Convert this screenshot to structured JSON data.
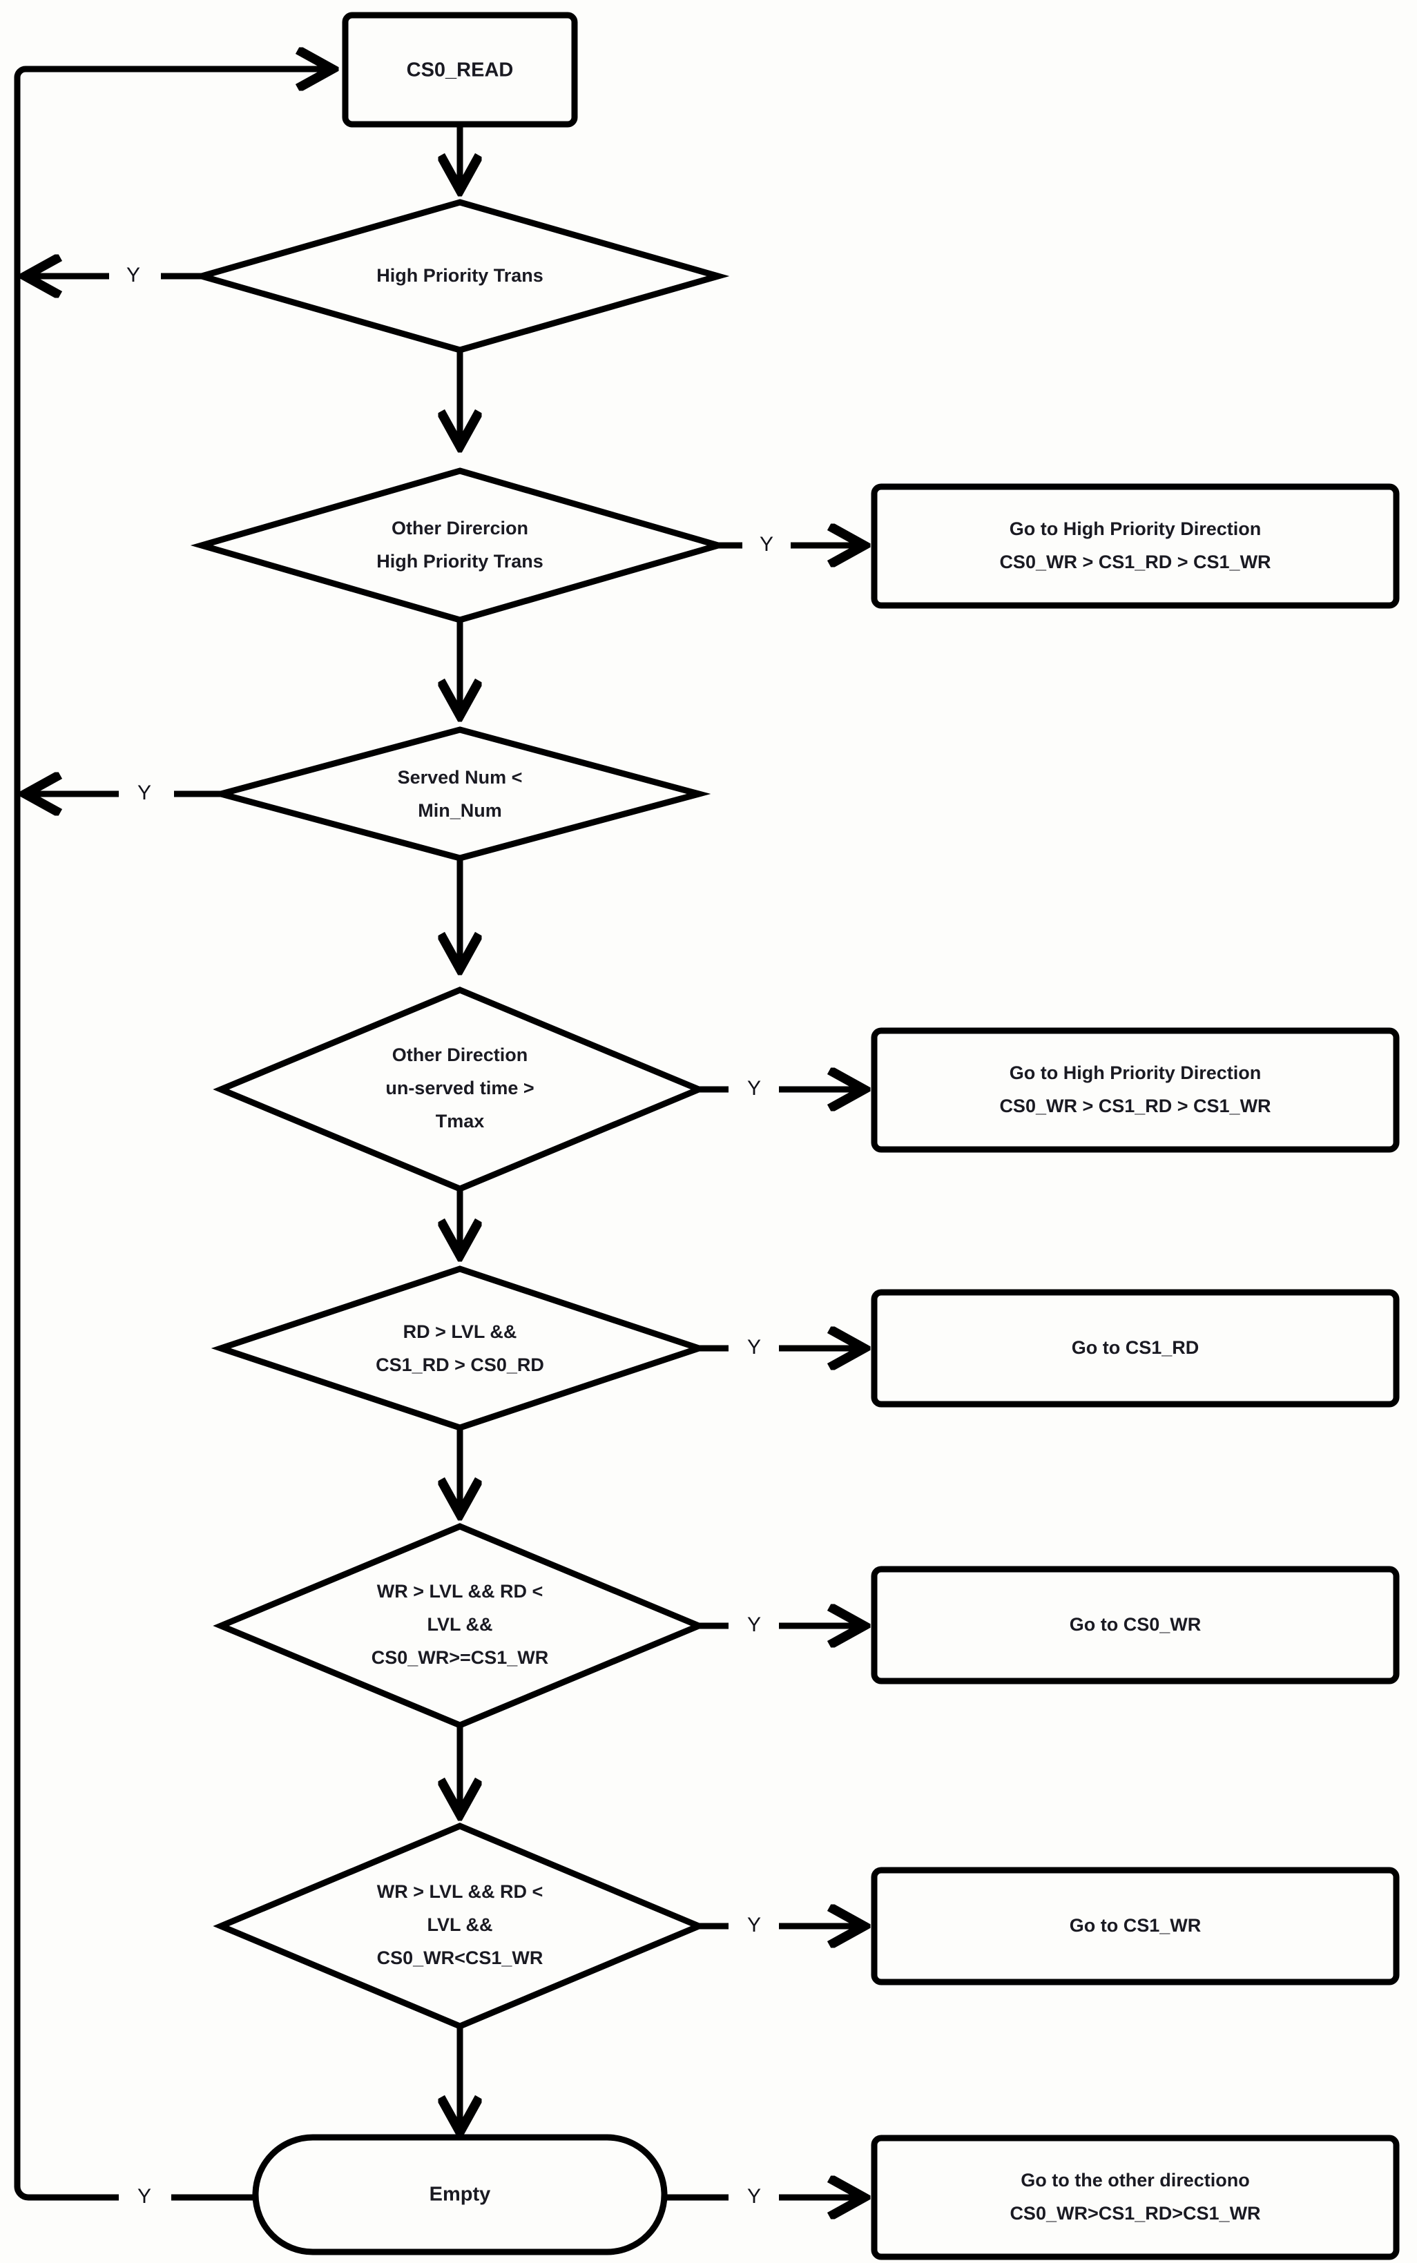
{
  "diagram": {
    "title": "CS0_READ arbitration flowchart",
    "colors": {
      "background": "#fdfdfb",
      "stroke": "#000000",
      "text": "#1a1a22"
    },
    "start_node": {
      "id": "cs0-read",
      "shape": "rectangle",
      "label": "CS0_READ"
    },
    "terminal_node": {
      "id": "empty",
      "shape": "stadium",
      "label": "Empty"
    },
    "decisions": [
      {
        "id": "high-priority-trans",
        "shape": "diamond",
        "lines": [
          "High Priority Trans"
        ],
        "yes_label": "Y",
        "yes_target": "loop-back"
      },
      {
        "id": "other-direction-high-priority-trans",
        "shape": "diamond",
        "lines": [
          "Other Dirercion",
          "High Priority Trans"
        ],
        "yes_label": "Y",
        "yes_target": "action-1"
      },
      {
        "id": "served-num-lt-min-num",
        "shape": "diamond",
        "lines": [
          "Served Num <",
          "Min_Num"
        ],
        "yes_label": "Y",
        "yes_target": "loop-back"
      },
      {
        "id": "other-direction-unserved-time-gt-tmax",
        "shape": "diamond",
        "lines": [
          "Other Direction",
          "un-served time >",
          "Tmax"
        ],
        "yes_label": "Y",
        "yes_target": "action-2"
      },
      {
        "id": "rd-gt-lvl-and-cs1rd-gt-cs0rd",
        "shape": "diamond",
        "lines": [
          "RD > LVL &&",
          "CS1_RD > CS0_RD"
        ],
        "yes_label": "Y",
        "yes_target": "action-3"
      },
      {
        "id": "wr-gt-lvl-rd-lt-lvl-cs0wr-ge-cs1wr",
        "shape": "diamond",
        "lines": [
          "WR > LVL && RD <",
          "LVL &&",
          "CS0_WR>=CS1_WR"
        ],
        "yes_label": "Y",
        "yes_target": "action-4"
      },
      {
        "id": "wr-gt-lvl-rd-lt-lvl-cs0wr-lt-cs1wr",
        "shape": "diamond",
        "lines": [
          "WR > LVL && RD <",
          "LVL &&",
          "CS0_WR<CS1_WR"
        ],
        "yes_label": "Y",
        "yes_target": "action-5"
      }
    ],
    "actions": [
      {
        "id": "action-1",
        "shape": "rectangle",
        "lines": [
          "Go to High Priority Direction",
          "CS0_WR > CS1_RD > CS1_WR"
        ]
      },
      {
        "id": "action-2",
        "shape": "rectangle",
        "lines": [
          "Go to High Priority Direction",
          "CS0_WR > CS1_RD > CS1_WR"
        ]
      },
      {
        "id": "action-3",
        "shape": "rectangle",
        "lines": [
          "Go to CS1_RD"
        ]
      },
      {
        "id": "action-4",
        "shape": "rectangle",
        "lines": [
          "Go to CS0_WR"
        ]
      },
      {
        "id": "action-5",
        "shape": "rectangle",
        "lines": [
          "Go to CS1_WR"
        ]
      },
      {
        "id": "action-6",
        "shape": "rectangle",
        "lines": [
          "Go to the other directiono",
          "CS0_WR>CS1_RD>CS1_WR"
        ]
      }
    ],
    "edge_labels": {
      "yes": "Y"
    },
    "empty_yes_left_label": "Y",
    "empty_yes_right_label": "Y"
  },
  "nodes": {
    "cs0_read": {
      "label": "CS0_READ"
    },
    "d1": {
      "l1": "High Priority Trans"
    },
    "d2": {
      "l1": "Other Dirercion",
      "l2": "High Priority Trans"
    },
    "d3": {
      "l1": "Served Num <",
      "l2": "Min_Num"
    },
    "d4": {
      "l1": "Other Direction",
      "l2": "un-served time >",
      "l3": "Tmax"
    },
    "d5": {
      "l1": "RD > LVL &&",
      "l2": "CS1_RD > CS0_RD"
    },
    "d6": {
      "l1": "WR > LVL && RD <",
      "l2": "LVL &&",
      "l3": "CS0_WR>=CS1_WR"
    },
    "d7": {
      "l1": "WR > LVL && RD <",
      "l2": "LVL &&",
      "l3": "CS0_WR<CS1_WR"
    },
    "empty": {
      "label": "Empty"
    },
    "a1": {
      "l1": "Go to High Priority Direction",
      "l2": "CS0_WR > CS1_RD > CS1_WR"
    },
    "a2": {
      "l1": "Go to High Priority Direction",
      "l2": "CS0_WR > CS1_RD > CS1_WR"
    },
    "a3": {
      "l1": "Go to CS1_RD"
    },
    "a4": {
      "l1": "Go to CS0_WR"
    },
    "a5": {
      "l1": "Go to CS1_WR"
    },
    "a6": {
      "l1": "Go to the other directiono",
      "l2": "CS0_WR>CS1_RD>CS1_WR"
    }
  },
  "labels": {
    "y1": "Y",
    "y2": "Y",
    "y3": "Y",
    "y4": "Y",
    "y5": "Y",
    "y6": "Y",
    "y7": "Y",
    "y_empty_left": "Y",
    "y_empty_right": "Y"
  }
}
